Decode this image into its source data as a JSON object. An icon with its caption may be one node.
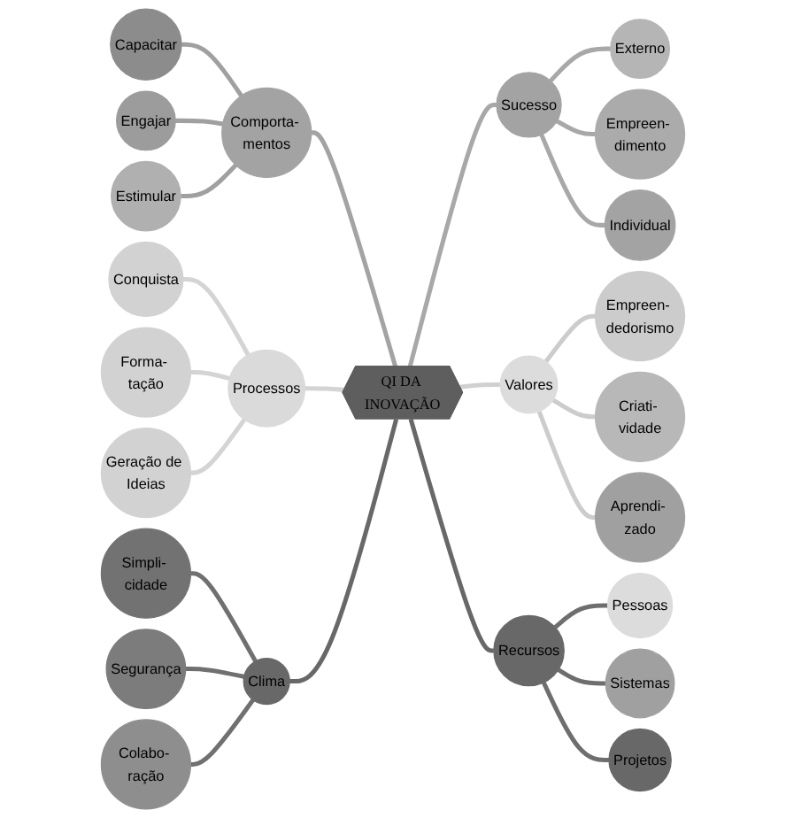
{
  "diagram": {
    "nodes": [
      {
        "text": [
          "QI DA INOVAÇÃO"
        ]
      },
      {
        "text": [
          "Sucesso"
        ]
      },
      {
        "text": [
          "Externo"
        ]
      },
      {
        "text": [
          "Empreen- dimento"
        ]
      },
      {
        "text": [
          "Individual"
        ]
      },
      {
        "text": [
          "Valores"
        ]
      },
      {
        "text": [
          "Empreen- dedorismo"
        ]
      },
      {
        "text": [
          "Criati- vidade"
        ]
      },
      {
        "text": [
          "Aprendi- zado"
        ]
      },
      {
        "text": [
          "Recursos"
        ]
      },
      {
        "text": [
          "Pessoas"
        ]
      },
      {
        "text": [
          "Sistemas"
        ]
      },
      {
        "text": [
          "Projetos"
        ]
      },
      {
        "text": [
          "Comporta- mentos"
        ]
      },
      {
        "text": [
          "Capacitar"
        ]
      },
      {
        "text": [
          "Engajar"
        ]
      },
      {
        "text": [
          "Estimular"
        ]
      },
      {
        "text": [
          "Processos"
        ]
      },
      {
        "text": [
          "Conquista"
        ]
      },
      {
        "text": [
          "Forma- tação"
        ]
      },
      {
        "text": [
          "Geração de Ideias"
        ]
      },
      {
        "text": [
          "Clima"
        ]
      },
      {
        "text": [
          "Simpli- cidade"
        ]
      },
      {
        "text": [
          "Segurança"
        ]
      },
      {
        "text": [
          "Colabo- ração"
        ]
      }
    ],
    "edges": [
      {
        "from": 0,
        "to": 1,
        "arrow": "none",
        "color": "#a8a8a8"
      },
      {
        "from": 1,
        "to": 2,
        "arrow": "none",
        "color": "#a8a8a8"
      },
      {
        "from": 1,
        "to": 3,
        "arrow": "none",
        "color": "#a8a8a8"
      },
      {
        "from": 1,
        "to": 4,
        "arrow": "none",
        "color": "#a8a8a8"
      },
      {
        "from": 0,
        "to": 5,
        "arrow": "none",
        "color": "#d0d0d0"
      },
      {
        "from": 5,
        "to": 6,
        "arrow": "none",
        "color": "#cccccc"
      },
      {
        "from": 5,
        "to": 7,
        "arrow": "none",
        "color": "#cccccc"
      },
      {
        "from": 5,
        "to": 8,
        "arrow": "none",
        "color": "#cccccc"
      },
      {
        "from": 0,
        "to": 9,
        "arrow": "none",
        "color": "#686868"
      },
      {
        "from": 9,
        "to": 10,
        "arrow": "none",
        "color": "#6e6e6e"
      },
      {
        "from": 9,
        "to": 11,
        "arrow": "none",
        "color": "#6e6e6e"
      },
      {
        "from": 9,
        "to": 12,
        "arrow": "none",
        "color": "#6e6e6e"
      },
      {
        "from": 13,
        "to": 0,
        "arrow": "none",
        "color": "#a3a3a3"
      },
      {
        "from": 14,
        "to": 13,
        "arrow": "none",
        "color": "#a0a0a0"
      },
      {
        "from": 15,
        "to": 13,
        "arrow": "none",
        "color": "#a0a0a0"
      },
      {
        "from": 16,
        "to": 13,
        "arrow": "none",
        "color": "#a0a0a0"
      },
      {
        "from": 17,
        "to": 0,
        "arrow": "none",
        "color": "#d4d4d4"
      },
      {
        "from": 18,
        "to": 17,
        "arrow": "none",
        "color": "#d4d4d4"
      },
      {
        "from": 19,
        "to": 17,
        "arrow": "none",
        "color": "#d4d4d4"
      },
      {
        "from": 20,
        "to": 17,
        "arrow": "none",
        "color": "#d4d4d4"
      },
      {
        "from": 21,
        "to": 0,
        "arrow": "none",
        "color": "#686868"
      },
      {
        "from": 22,
        "to": 21,
        "arrow": "none",
        "color": "#707070"
      },
      {
        "from": 23,
        "to": 21,
        "arrow": "none",
        "color": "#707070"
      },
      {
        "from": 24,
        "to": 21,
        "arrow": "none",
        "color": "#707070"
      }
    ]
  }
}
